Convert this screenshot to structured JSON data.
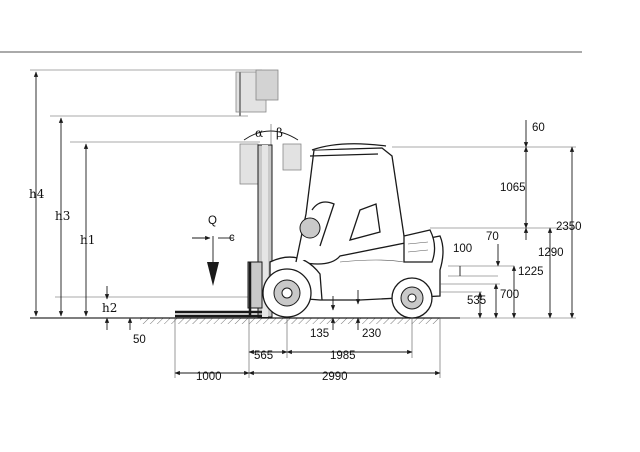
{
  "symbols": {
    "h4": "h4",
    "h3": "h3",
    "h1": "h1",
    "h2": "h2",
    "alpha": "α",
    "beta": "β",
    "q": "Q",
    "c": "c"
  },
  "dimensions": {
    "overhead_top": "60",
    "cab_height": "1065",
    "overall_height": "2350",
    "seat_height": "1290",
    "step_offset": "70",
    "step_width": "100",
    "step_height": "1225",
    "rear_lower": "700",
    "rear_step": "535",
    "fork_clearance": "50",
    "mast_clearance": "135",
    "chassis_clearance": "230",
    "front_overhang": "565",
    "wheelbase": "1985",
    "fork_length": "1000",
    "length_to_fork_face": "2990"
  }
}
